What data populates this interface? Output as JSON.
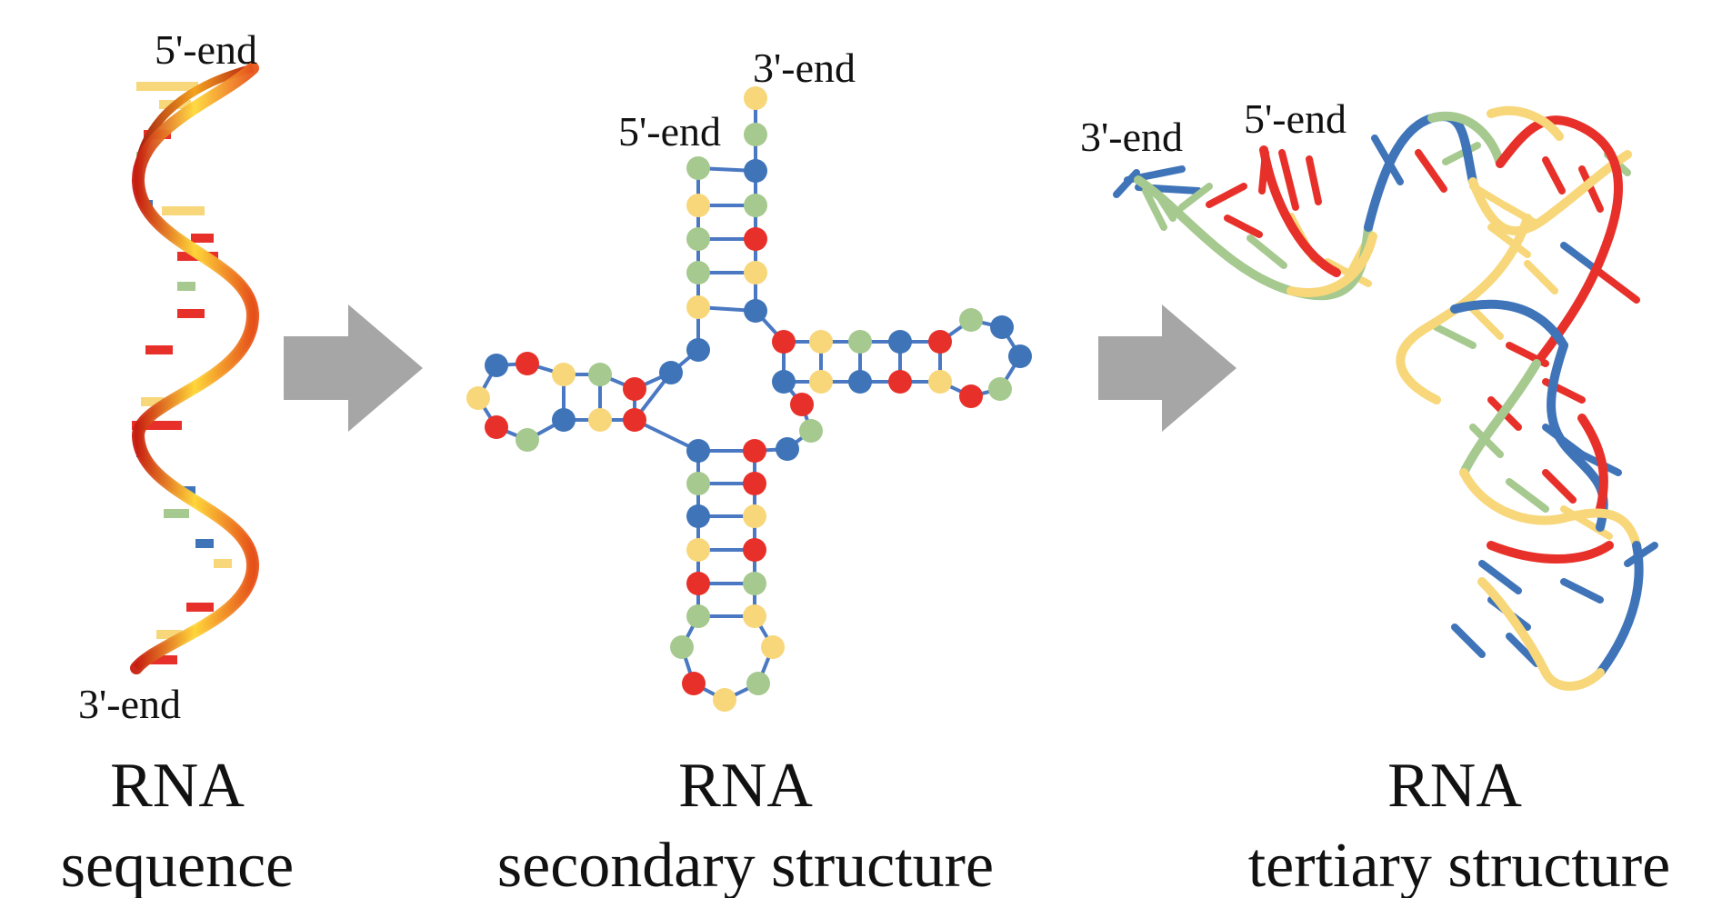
{
  "labels": {
    "seq_5": "5'-end",
    "seq_3": "3'-end",
    "sec_3": "3'-end",
    "sec_5": "5'-end",
    "ter_3": "3'-end",
    "ter_5": "5'-end"
  },
  "captions": {
    "sequence": [
      "RNA",
      "sequence"
    ],
    "secondary": [
      "RNA",
      "secondary structure"
    ],
    "tertiary": [
      "RNA",
      "tertiary structure"
    ]
  },
  "colors": {
    "red": "#e8302a",
    "blue": "#3f74b9",
    "green": "#a6c98f",
    "yellow": "#f7d77a",
    "arrow": "#a6a6a6",
    "backbone": "#4a78c2"
  }
}
